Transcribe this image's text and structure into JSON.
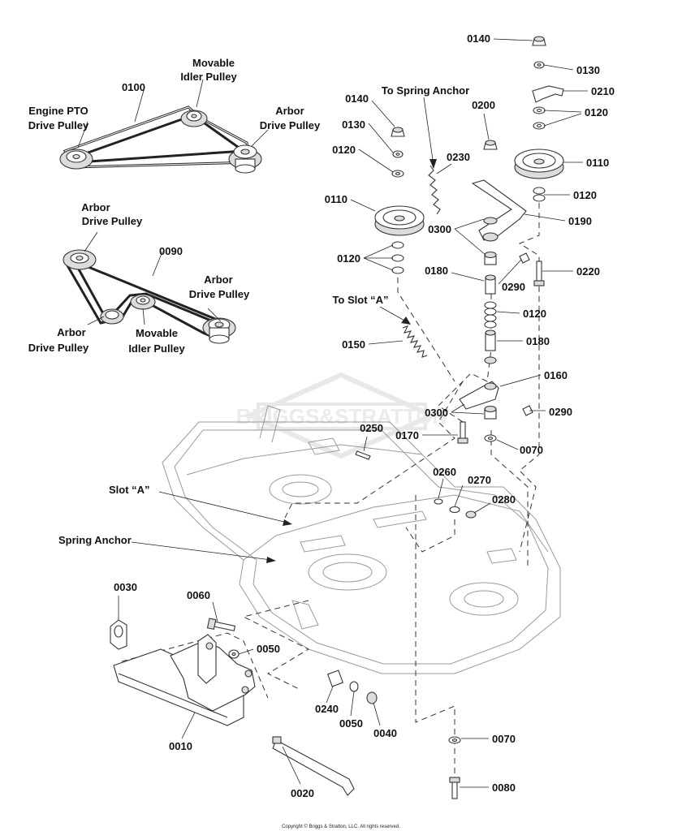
{
  "parts": {
    "p0140a": "0140",
    "p0130a": "0130",
    "p0210": "0210",
    "p0120a": "0120",
    "p0110a": "0110",
    "p0120b": "0120",
    "p0190": "0190",
    "p0220": "0220",
    "p0140b": "0140",
    "p0200": "0200",
    "p0130b": "0130",
    "p0230": "0230",
    "p0120c": "0120",
    "p0110b": "0110",
    "p0300a": "0300",
    "p0120d": "0120",
    "p0180a": "0180",
    "p0290a": "0290",
    "p0120e": "0120",
    "p0180b": "0180",
    "p0150": "0150",
    "p0160": "0160",
    "p0300b": "0300",
    "p0290b": "0290",
    "p0170": "0170",
    "p0070a": "0070",
    "p0250": "0250",
    "p0260": "0260",
    "p0270": "0270",
    "p0280": "0280",
    "p0030": "0030",
    "p0060": "0060",
    "p0050a": "0050",
    "p0240": "0240",
    "p0050b": "0050",
    "p0040": "0040",
    "p0010": "0010",
    "p0020": "0020",
    "p0070b": "0070",
    "p0080": "0080",
    "p0100": "0100",
    "p0090": "0090"
  },
  "captions": {
    "to_spring_anchor": "To Spring Anchor",
    "to_slot_a": "To Slot “A”",
    "slot_a": "Slot “A”",
    "spring_anchor": "Spring Anchor",
    "movable_idler_1a": "Movable",
    "movable_idler_1b": "Idler Pulley",
    "engine_pto_a": "Engine PTO",
    "engine_pto_b": "Drive Pulley",
    "arbor_1a": "Arbor",
    "arbor_1b": "Drive Pulley",
    "arbor_2a": "Arbor",
    "arbor_2b": "Drive Pulley",
    "arbor_3a": "Arbor",
    "arbor_3b": "Drive Pulley",
    "arbor_4a": "Arbor",
    "arbor_4b": "Drive Pulley",
    "movable_idler_2a": "Movable",
    "movable_idler_2b": "Idler Pulley"
  },
  "watermark": "BRIGGS&STRATTON",
  "copyright": "Copyright © Briggs & Stratton, LLC. All rights reserved."
}
